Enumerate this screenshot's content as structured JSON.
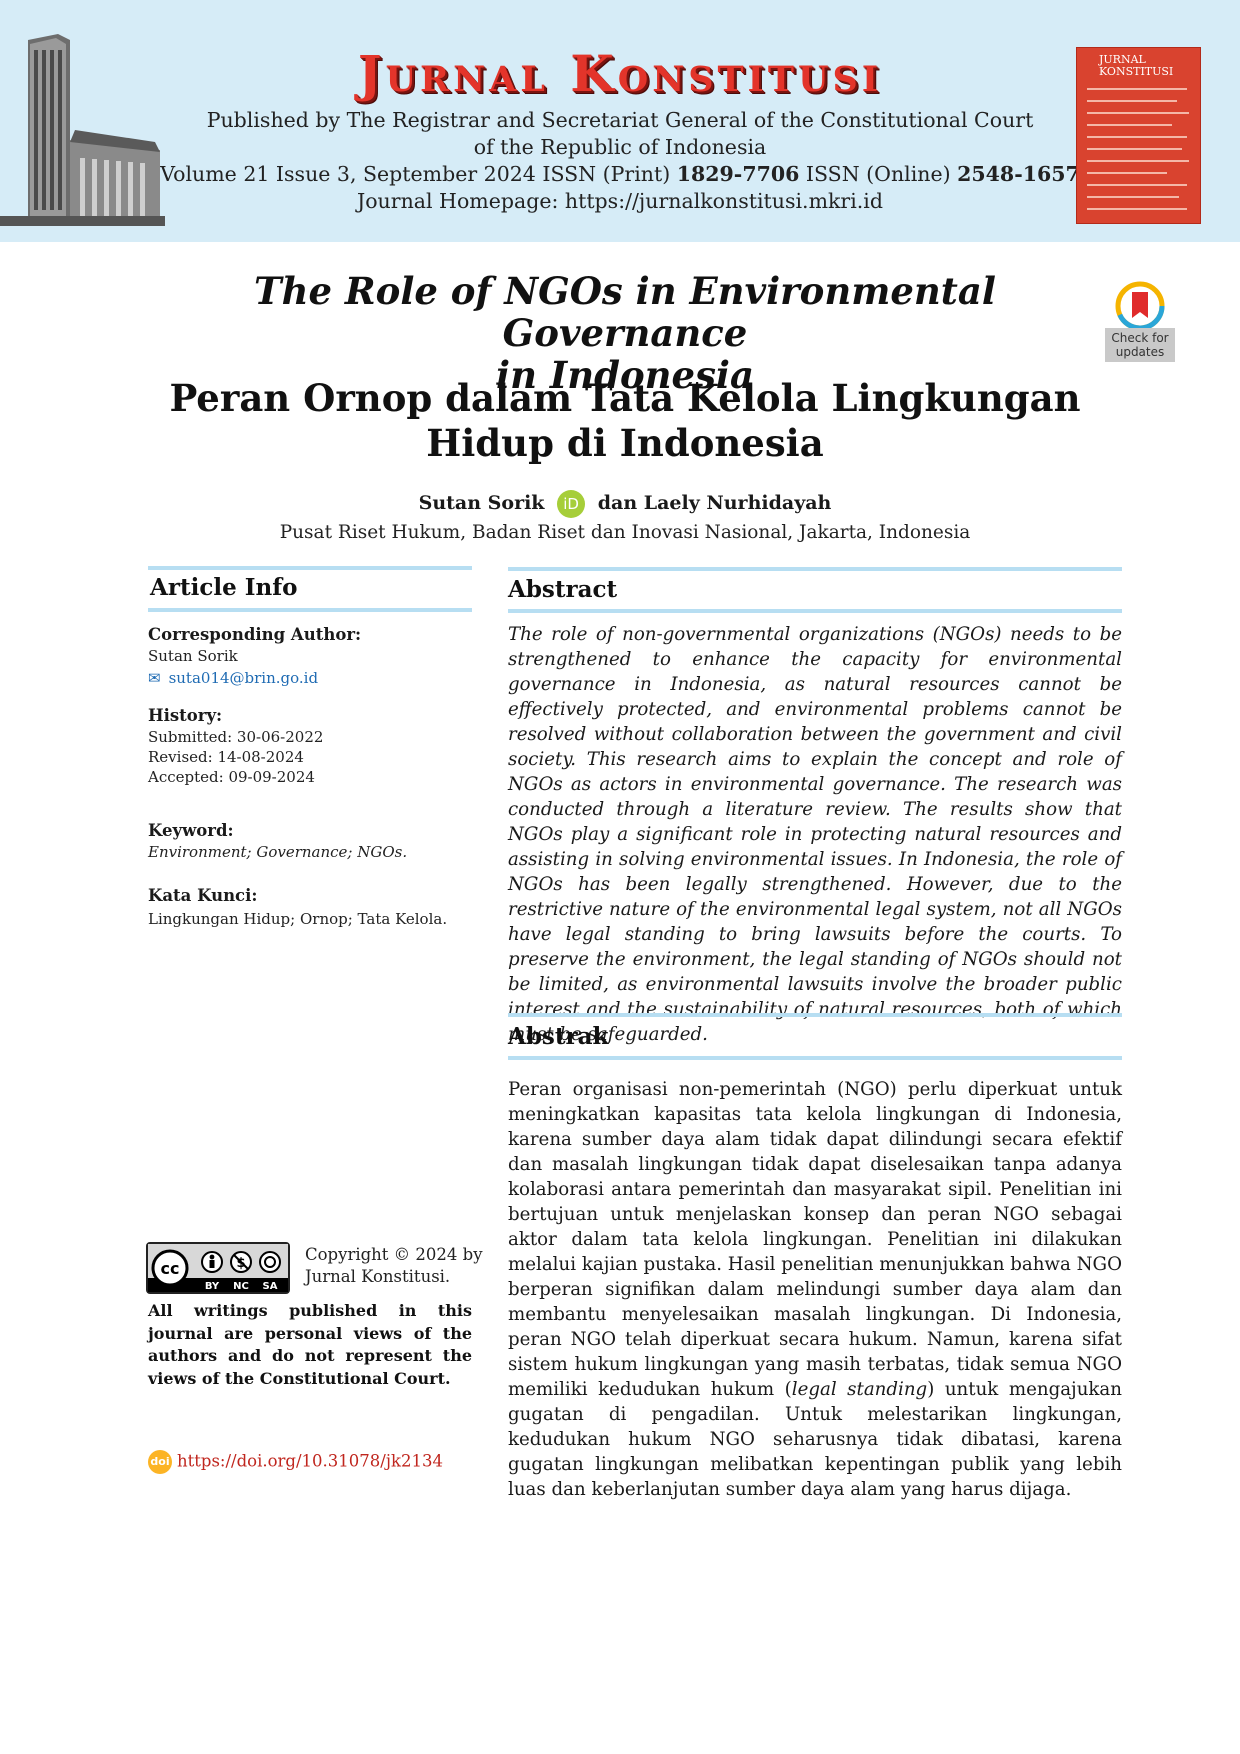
{
  "header": {
    "journal_name": "Jurnal Konstitusi",
    "publisher_line1": "Published by The Registrar and Secretariat General of the Constitutional Court",
    "publisher_line2": "of the Republic of Indonesia",
    "volume_prefix": "Volume 21 Issue 3, September 2024 ISSN (Print) ",
    "issn_print": "1829-7706",
    "issn_online_label": " ISSN (Online) ",
    "issn_online": "2548-1657",
    "homepage": "Journal Homepage: https://jurnalkonstitusi.mkri.id",
    "cover_title_line1": "JURNAL",
    "cover_title_line2": "KONSTITUSI"
  },
  "article": {
    "title_en_line1": "The Role of NGOs in Environmental Governance",
    "title_en_line2": "in Indonesia",
    "title_id_line1": "Peran Ornop dalam Tata Kelola Lingkungan",
    "title_id_line2": "Hidup di Indonesia",
    "check_updates_line1": "Check for",
    "check_updates_line2": "updates",
    "author1": "Sutan Sorik",
    "orcid_label": "iD",
    "author_connector": "dan Laely Nurhidayah",
    "affiliation": "Pusat Riset Hukum, Badan Riset dan Inovasi Nasional, Jakarta, Indonesia"
  },
  "article_info": {
    "heading": "Article Info",
    "corr_label": "Corresponding Author:",
    "corr_name": "Sutan Sorik",
    "email_icon": "✉",
    "email": "suta014@brin.go.id",
    "history_label": "History:",
    "submitted": "Submitted: 30-06-2022",
    "revised": "Revised: 14-08-2024",
    "accepted": "Accepted: 09-09-2024",
    "keyword_label": "Keyword:",
    "keywords": "Environment; Governance; NGOs.",
    "kata_kunci_label": "Kata Kunci:",
    "kata_kunci": "Lingkungan Hidup; Ornop; Tata Kelola.",
    "cc_by": "BY",
    "cc_nc": "NC",
    "cc_sa": "SA",
    "copyright_line1": "Copyright © 2024 by",
    "copyright_line2": "Jurnal Konstitusi.",
    "disclaimer": "All writings published in this journal are personal views of the authors and do not represent the views of the Constitutional Court.",
    "doi_icon": "doi",
    "doi_link": "https://doi.org/10.31078/jk2134"
  },
  "abstract": {
    "heading": "Abstract",
    "text": "The role of non-governmental organizations (NGOs) needs to be strengthened to enhance the capacity for environmental governance in Indonesia, as natural resources cannot be effectively protected, and environmental problems cannot be resolved without collaboration between the government and civil society. This research aims to explain the concept and role of NGOs as actors in environmental governance. The research was conducted through a literature review. The results show that NGOs play a significant role in protecting natural resources and assisting in solving environmental issues. In Indonesia, the role of NGOs has been legally strengthened. However, due to the restrictive nature of the environmental legal system, not all NGOs have legal standing to bring lawsuits before the courts. To preserve the environment, the legal standing of NGOs should not be limited, as environmental lawsuits involve the broader public interest and the sustainability of natural resources, both of which must be safeguarded."
  },
  "abstrak": {
    "heading": "Abstrak",
    "text_part1": "Peran organisasi non-pemerintah (NGO) perlu diperkuat untuk meningkatkan kapasitas tata kelola lingkungan di Indonesia, karena sumber daya alam tidak dapat dilindungi secara efektif dan masalah lingkungan tidak dapat diselesaikan tanpa adanya kolaborasi antara pemerintah dan masyarakat sipil. Penelitian ini bertujuan untuk menjelaskan konsep dan peran NGO sebagai aktor dalam tata kelola lingkungan. Penelitian ini dilakukan melalui kajian pustaka. Hasil penelitian menunjukkan bahwa NGO berperan signifikan dalam melindungi sumber daya alam dan membantu menyelesaikan masalah lingkungan. Di Indonesia, peran NGO telah diperkuat secara hukum. Namun, karena sifat sistem hukum lingkungan yang masih terbatas, tidak semua NGO memiliki kedudukan hukum (",
    "text_italic": "legal standing",
    "text_part2": ") untuk mengajukan gugatan di pengadilan. Untuk melestarikan lingkungan, kedudukan hukum NGO seharusnya tidak dibatasi, karena gugatan lingkungan melibatkan kepentingan publik yang lebih luas dan keberlanjutan sumber daya alam yang harus dijaga."
  },
  "colors": {
    "banner_bg": "#d6ecf7",
    "journal_red": "#e3342a",
    "rule_blue": "#b7def2",
    "link_blue": "#1f6bb3",
    "doi_red": "#c0261e"
  }
}
